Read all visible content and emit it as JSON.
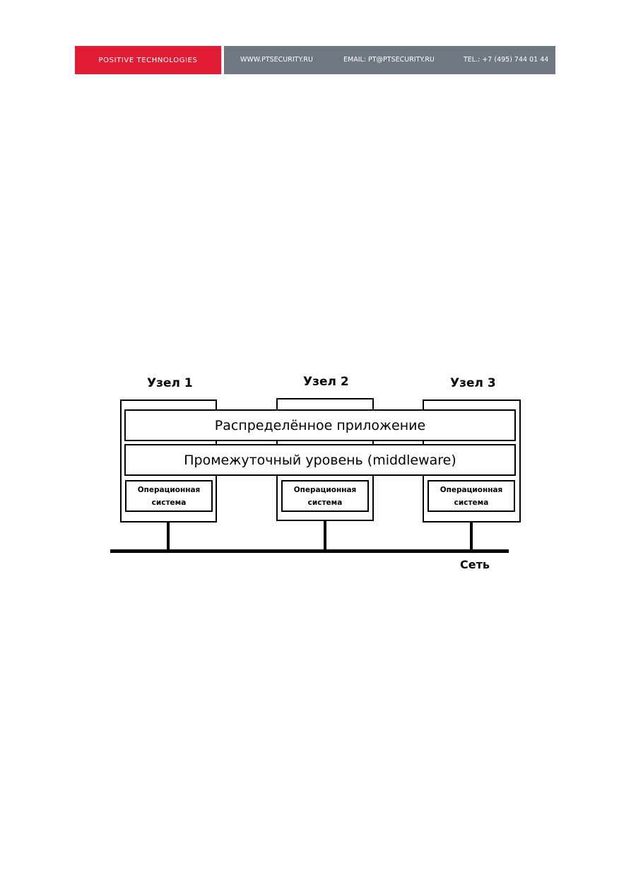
{
  "header": {
    "company": "POSITIVE TECHNOLOGIES",
    "website": "WWW.PTSECURITY.RU",
    "email": "EMAIL: PT@PTSECURITY.RU",
    "phone": "TEL.: +7 (495) 744 01 44",
    "brand_color": "#e11d36",
    "bar_color": "#6f7880"
  },
  "diagram": {
    "nodes": [
      {
        "title": "Узел 1",
        "os_line1": "Операционная",
        "os_line2": "система"
      },
      {
        "title": "Узел 2",
        "os_line1": "Операционная",
        "os_line2": "система"
      },
      {
        "title": "Узел 3",
        "os_line1": "Операционная",
        "os_line2": "система"
      }
    ],
    "app_layer": "Распределённое приложение",
    "middleware_layer": "Промежуточный уровень (middleware)",
    "network_label": "Сеть"
  }
}
